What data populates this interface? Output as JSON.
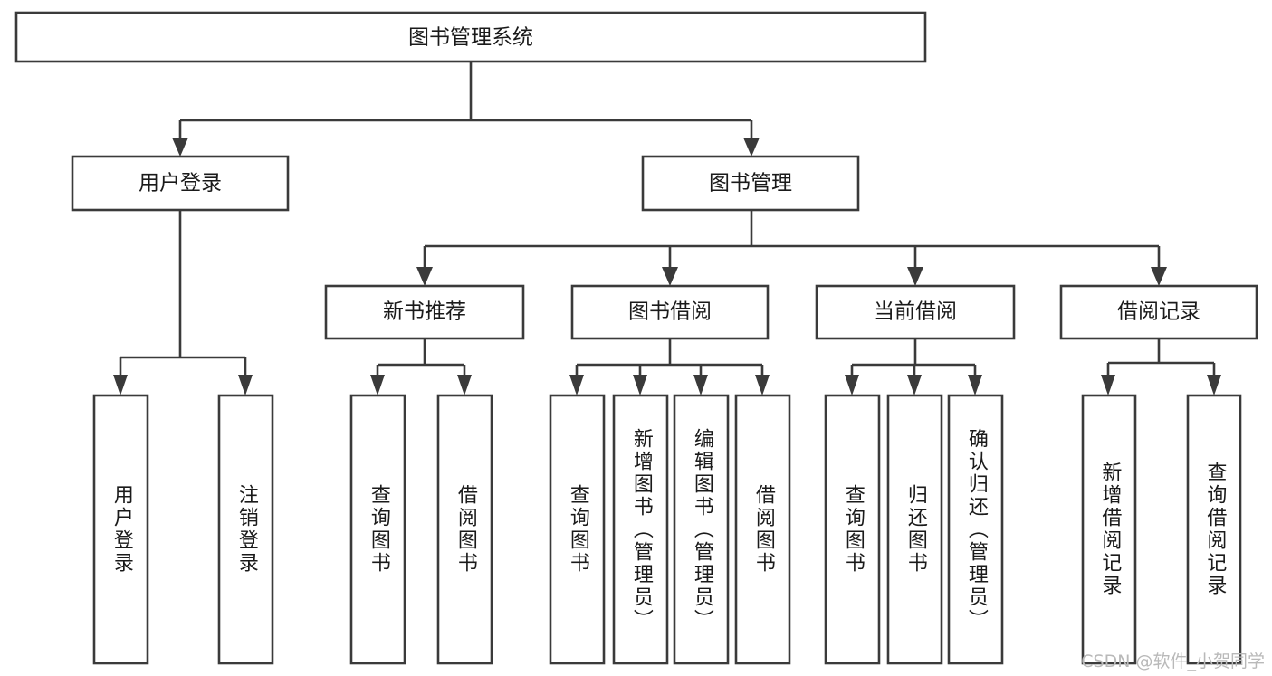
{
  "diagram": {
    "title": "图书管理系统",
    "type": "tree",
    "colors": {
      "stroke": "#3a3a3a",
      "fill": "#ffffff",
      "text": "#1a1a1a",
      "watermark": "#b9b9b9",
      "background": "#ffffff"
    },
    "root": {
      "label": "图书管理系统"
    },
    "level2": [
      {
        "label": "用户登录"
      },
      {
        "label": "图书管理"
      }
    ],
    "level3": [
      {
        "label": "新书推荐"
      },
      {
        "label": "图书借阅"
      },
      {
        "label": "当前借阅"
      },
      {
        "label": "借阅记录"
      }
    ],
    "leaves": {
      "用户登录": [
        {
          "label": "用户登录"
        },
        {
          "label": "注销登录"
        }
      ],
      "新书推荐": [
        {
          "label": "查询图书"
        },
        {
          "label": "借阅图书"
        }
      ],
      "图书借阅": [
        {
          "label": "查询图书"
        },
        {
          "label": "新增图书（管理员）"
        },
        {
          "label": "编辑图书（管理员）"
        },
        {
          "label": "借阅图书"
        }
      ],
      "当前借阅": [
        {
          "label": "查询图书"
        },
        {
          "label": "归还图书"
        },
        {
          "label": "确认归还（管理员）"
        }
      ],
      "借阅记录": [
        {
          "label": "新增借阅记录"
        },
        {
          "label": "查询借阅记录"
        }
      ]
    }
  },
  "watermark": {
    "text": "CSDN @软件_小贺同学"
  }
}
